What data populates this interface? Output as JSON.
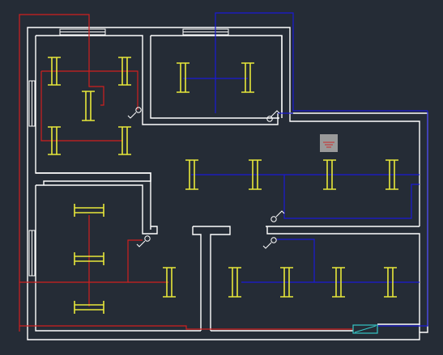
{
  "drawing": {
    "background": "#252c36",
    "colors": {
      "walls": "#ffffff",
      "fixtures": "#e8e83a",
      "circuit_red": "#d11f1f",
      "circuit_blue": "#1a1ad6",
      "panel": "#9a9a9a",
      "panel_mark": "#cc2a2a",
      "meter": "#35c6c6"
    }
  },
  "rooms": [
    {
      "id": "top-left-room",
      "fixture_count": 5
    },
    {
      "id": "top-center-room",
      "fixture_count": 2
    },
    {
      "id": "hall",
      "fixture_count": 4
    },
    {
      "id": "bottom-left-room",
      "fixture_count": 4
    },
    {
      "id": "bottom-right-room",
      "fixture_count": 4
    }
  ],
  "icons": {
    "switch": "switch-icon",
    "panel": "distribution-panel-icon",
    "meter": "meter-box-icon"
  }
}
